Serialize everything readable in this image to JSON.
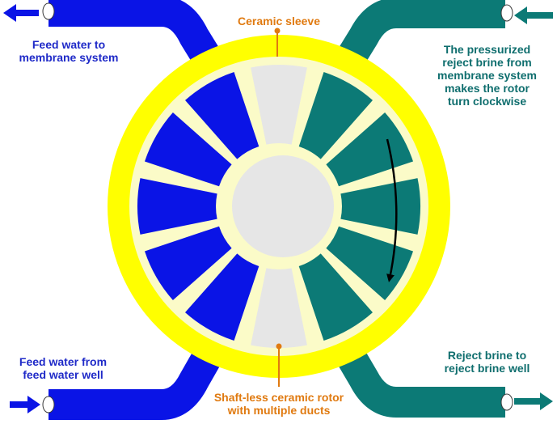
{
  "labels": {
    "feed_to_membrane": [
      "Feed water to",
      "membrane system"
    ],
    "ceramic_sleeve": "Ceramic sleeve",
    "reject_pressurized": [
      "The pressurized",
      "reject brine from",
      "membrane system",
      "makes the rotor",
      "turn clockwise"
    ],
    "feed_from_well": [
      "Feed water from",
      "feed water well"
    ],
    "reject_to_well": [
      "Reject brine to",
      "reject brine well"
    ],
    "rotor": [
      "Shaft-less ceramic rotor",
      "with multiple ducts"
    ]
  },
  "colors": {
    "feed_blue": "#0a14e6",
    "reject_teal": "#0c7a76",
    "sleeve_yellow": "#ffff00",
    "rotor_cream": "#fbfbc8",
    "empty_duct": "#e6e6e6",
    "label_orange": "#e07a10",
    "label_blue": "#1f2ac8",
    "label_teal": "#0f6e6e"
  },
  "ducts": [
    "empty",
    "reject",
    "reject",
    "reject",
    "reject",
    "reject",
    "empty",
    "feed",
    "feed",
    "feed",
    "feed",
    "feed"
  ],
  "icons": {
    "top_left_arrow": "arrow-left-icon",
    "top_right_arrow": "arrow-left-icon",
    "bottom_left_arrow": "arrow-right-icon",
    "bottom_right_arrow": "arrow-right-icon",
    "rotation": "clockwise-arrow-icon"
  }
}
